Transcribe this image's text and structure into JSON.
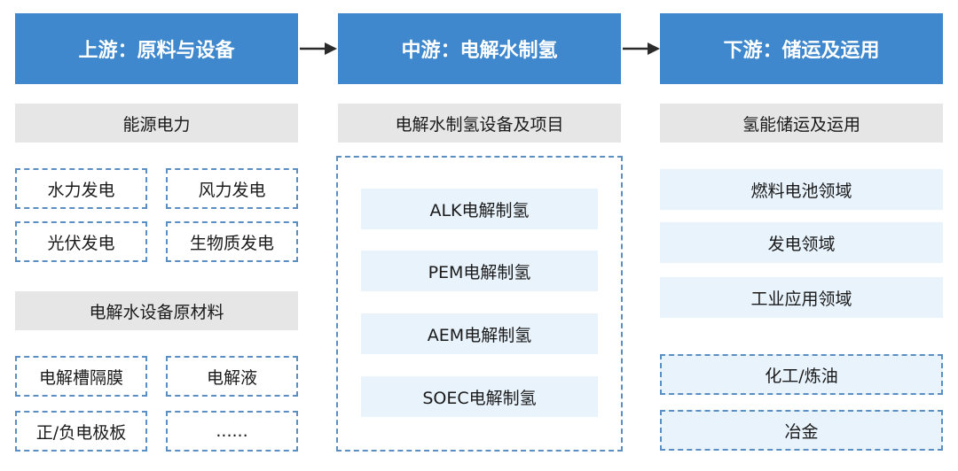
{
  "upstream": {
    "title": "上游：原料与设备",
    "energy": {
      "header": "能源电力",
      "items": [
        "水力发电",
        "风力发电",
        "光伏发电",
        "生物质发电"
      ]
    },
    "materials": {
      "header": "电解水设备原材料",
      "items": [
        "电解槽隔膜",
        "电解液",
        "正/负电极板",
        "......"
      ]
    }
  },
  "midstream": {
    "title": "中游：电解水制氢",
    "section": {
      "header": "电解水制氢设备及项目",
      "items": [
        "ALK电解制氢",
        "PEM电解制氢",
        "AEM电解制氢",
        "SOEC电解制氢"
      ]
    }
  },
  "downstream": {
    "title": "下游：储运及运用",
    "section": {
      "header": "氢能储运及运用",
      "items": [
        "燃料电池领域",
        "发电领域",
        "工业应用领域"
      ],
      "sub_items": [
        "化工/炼油",
        "冶金"
      ]
    }
  },
  "colors": {
    "header_bg": "#3f88cd",
    "gray_bg": "#e6e6e6",
    "light_blue_bg": "#e8f3fc",
    "dash_border": "#5b8fc4",
    "arrow": "#2b2b2b"
  }
}
